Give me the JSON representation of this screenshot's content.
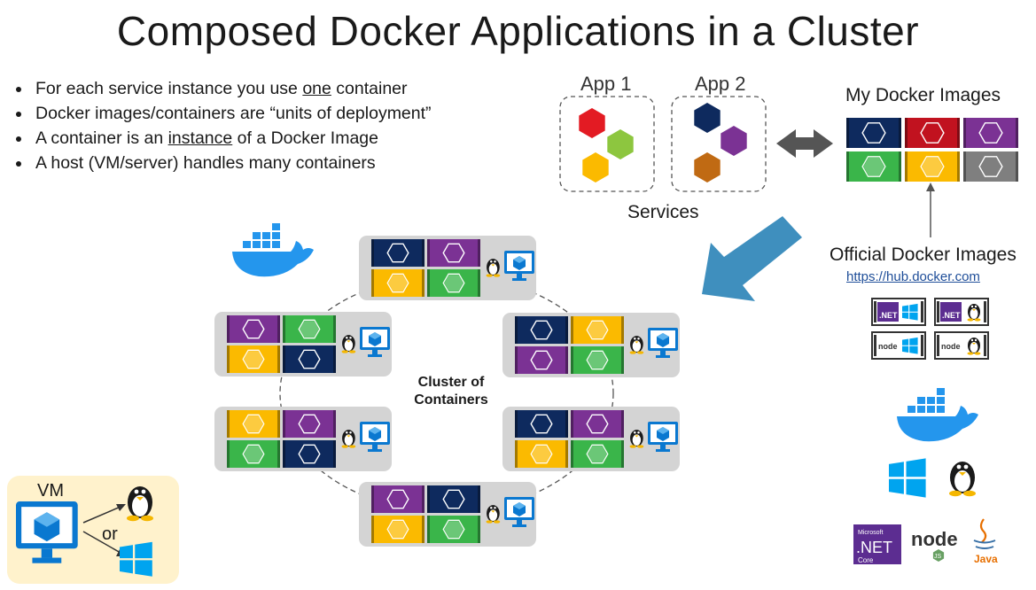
{
  "title": "Composed Docker Applications in a Cluster",
  "bullets": [
    {
      "pre": "For each service instance you use ",
      "u": "one",
      "post": " container"
    },
    {
      "pre": "Docker images/containers are “units of deployment”",
      "u": "",
      "post": ""
    },
    {
      "pre": "A container is an ",
      "u": "instance",
      "post": " of a Docker Image"
    },
    {
      "pre": "A host (VM/server) handles many containers",
      "u": "",
      "post": ""
    }
  ],
  "apps": [
    {
      "label": "App 1",
      "colors": [
        "#e31b23",
        "#8dc63f",
        "#fbba00"
      ]
    },
    {
      "label": "App 2",
      "colors": [
        "#0e2a5e",
        "#7b3294",
        "#c06a13"
      ]
    }
  ],
  "services_label": "Services",
  "my_images": {
    "label": "My Docker Images",
    "colors": [
      "#0e2a5e",
      "#c1121f",
      "#7b3294",
      "#3ab54a",
      "#fbba00",
      "#7f7f7f"
    ]
  },
  "official": {
    "label": "Official Docker Images",
    "url": "https://hub.docker.com",
    "badges": [
      {
        "left": ".NET",
        "right": "windows"
      },
      {
        "left": ".NET",
        "right": "linux"
      },
      {
        "left": "node",
        "right": "windows"
      },
      {
        "left": "node",
        "right": "linux"
      }
    ]
  },
  "cluster": {
    "label_line1": "Cluster of",
    "label_line2": "Containers",
    "hosts": [
      {
        "name": "top",
        "colors": [
          "#0e2a5e",
          "#7b3294",
          "#fbba00",
          "#3ab54a"
        ]
      },
      {
        "name": "upper-left",
        "colors": [
          "#7b3294",
          "#3ab54a",
          "#fbba00",
          "#0e2a5e"
        ]
      },
      {
        "name": "upper-right",
        "colors": [
          "#0e2a5e",
          "#fbba00",
          "#7b3294",
          "#3ab54a"
        ]
      },
      {
        "name": "lower-left",
        "colors": [
          "#fbba00",
          "#7b3294",
          "#3ab54a",
          "#0e2a5e"
        ]
      },
      {
        "name": "lower-right",
        "colors": [
          "#0e2a5e",
          "#7b3294",
          "#fbba00",
          "#3ab54a"
        ]
      },
      {
        "name": "bottom",
        "colors": [
          "#7b3294",
          "#0e2a5e",
          "#fbba00",
          "#3ab54a"
        ]
      }
    ]
  },
  "vm_box": {
    "vm_label": "VM",
    "or_label": "or"
  },
  "tech_logos": {
    "microsoft_small": "Microsoft",
    "net": ".NET",
    "core": "Core",
    "node": "node",
    "js": "JS",
    "java": "Java"
  },
  "colors": {
    "host_bg": "#d4d4d4",
    "arrow_blue": "#3f8fbe",
    "docker_blue": "#2496ed",
    "windows_blue": "#00a4ef",
    "vm_box_bg": "#fff2cc",
    "net_purple": "#5c2d91",
    "java_orange": "#e76f00"
  }
}
